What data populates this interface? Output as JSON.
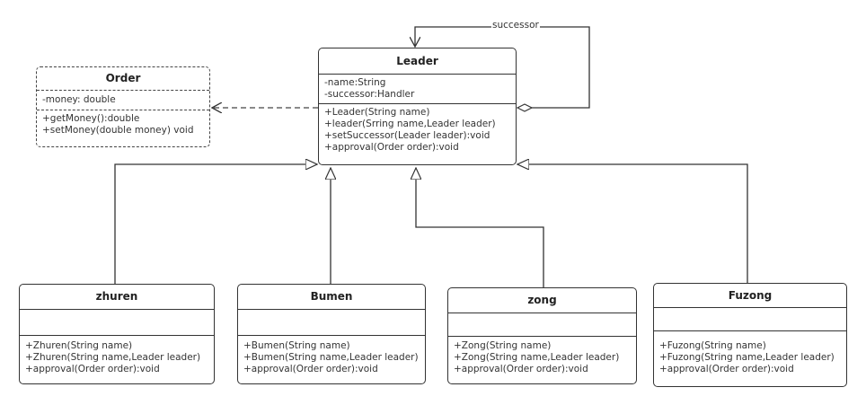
{
  "classes": {
    "leader": {
      "name": "Leader",
      "attributes": [
        "-name:String",
        "-successor:Handler"
      ],
      "methods": [
        "+Leader(String name)",
        "+leader(Srring name,Leader leader)",
        "+setSuccessor(Leader leader):void",
        "+approval(Order order):void"
      ]
    },
    "order": {
      "name": "Order",
      "attributes": [
        "-money: double"
      ],
      "methods": [
        "+getMoney():double",
        "+setMoney(double money) void"
      ]
    },
    "zhuren": {
      "name": "zhuren",
      "attributes": [],
      "methods": [
        "+Zhuren(String name)",
        "+Zhuren(String name,Leader leader)",
        "+approval(Order order):void"
      ]
    },
    "bumen": {
      "name": "Bumen",
      "attributes": [],
      "methods": [
        "+Bumen(String name)",
        "+Bumen(String name,Leader leader)",
        "+approval(Order order):void"
      ]
    },
    "zong": {
      "name": "zong",
      "attributes": [],
      "methods": [
        "+Zong(String name)",
        "+Zong(String name,Leader leader)",
        "+approval(Order order):void"
      ]
    },
    "fuzong": {
      "name": "Fuzong",
      "attributes": [],
      "methods": [
        "+Fuzong(String name)",
        "+Fuzong(String name,Leader leader)",
        "+approval(Order order):void"
      ]
    }
  },
  "relations": {
    "self_association_label": "successor"
  }
}
